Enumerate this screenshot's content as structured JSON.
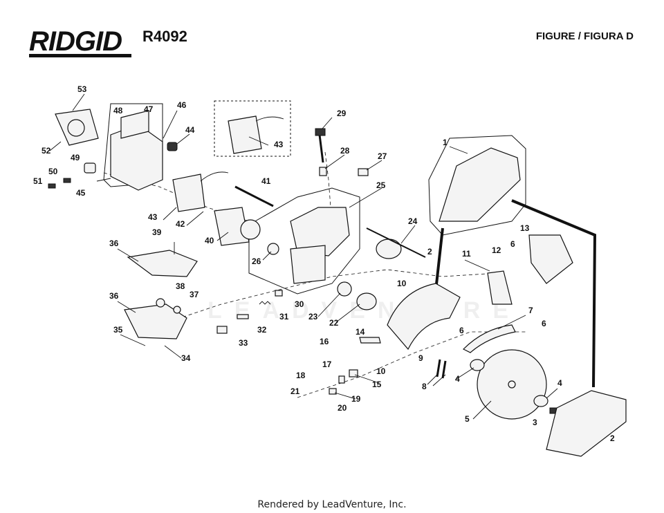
{
  "header": {
    "brand": "RIDGID",
    "model": "R4092",
    "figure": "FIGURE / FIGURA D"
  },
  "watermark": "LEADVENTURE",
  "footer": "Rendered by LeadVenture, Inc.",
  "callouts": [
    "1",
    "2",
    "2",
    "3",
    "4",
    "4",
    "5",
    "6",
    "6",
    "6",
    "7",
    "8",
    "9",
    "10",
    "10",
    "11",
    "12",
    "13",
    "14",
    "15",
    "16",
    "17",
    "18",
    "19",
    "20",
    "21",
    "22",
    "23",
    "24",
    "25",
    "26",
    "27",
    "28",
    "29",
    "30",
    "31",
    "32",
    "33",
    "34",
    "35",
    "36",
    "36",
    "37",
    "38",
    "39",
    "40",
    "41",
    "42",
    "43",
    "43",
    "44",
    "45",
    "46",
    "47",
    "48",
    "49",
    "50",
    "51",
    "52",
    "53"
  ]
}
